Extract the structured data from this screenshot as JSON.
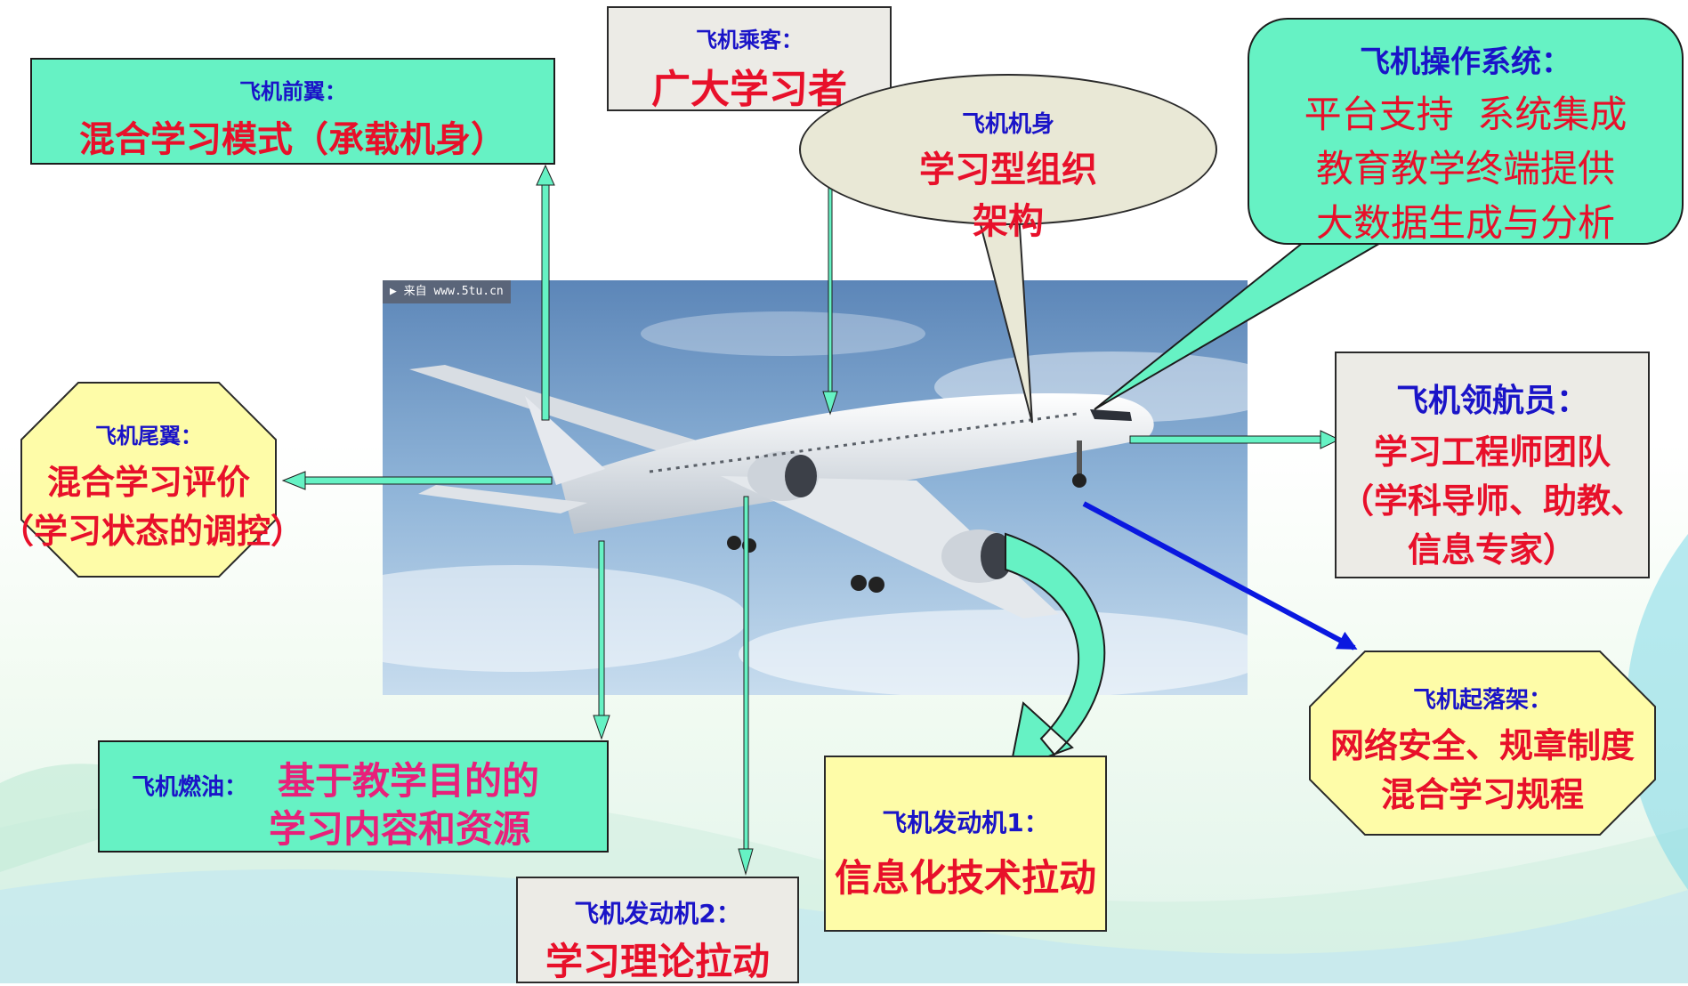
{
  "photo": {
    "watermark": "来自 www.5tu.cn"
  },
  "front_wing": {
    "label": "飞机前翼：",
    "value": "混合学习模式（承载机身）"
  },
  "passengers": {
    "label": "飞机乘客：",
    "value": "广大学习者"
  },
  "fuselage": {
    "label": "飞机机身",
    "lines": [
      "学习型组织",
      "架构"
    ]
  },
  "os": {
    "label": "飞机操作系统：",
    "lines": [
      "平台支持  系统集成",
      "教育教学终端提供",
      "大数据生成与分析"
    ]
  },
  "tail": {
    "label": "飞机尾翼：",
    "lines": [
      "混合学习评价",
      "（学习状态的调控）"
    ]
  },
  "navigator": {
    "label": "飞机领航员：",
    "lines": [
      "学习工程师团队",
      "（学科导师、助教、",
      "信息专家）"
    ]
  },
  "fuel": {
    "label": "飞机燃油：",
    "lines": [
      "基于教学目的的",
      "学习内容和资源"
    ]
  },
  "engine1": {
    "label": "飞机发动机1：",
    "value": "信息化技术拉动"
  },
  "engine2": {
    "label": "飞机发动机2：",
    "value": "学习理论拉动"
  },
  "landing_gear": {
    "label": "飞机起落架：",
    "lines": [
      "网络安全、规章制度",
      "混合学习规程"
    ]
  },
  "colors": {
    "label_blue": "#1a14c8",
    "value_red": "#e8102a",
    "green_fill": "#66f2c4",
    "yellow_fill": "#fefca8",
    "gray_fill": "#ecebe6",
    "arrow_blue": "#0a18e0"
  }
}
